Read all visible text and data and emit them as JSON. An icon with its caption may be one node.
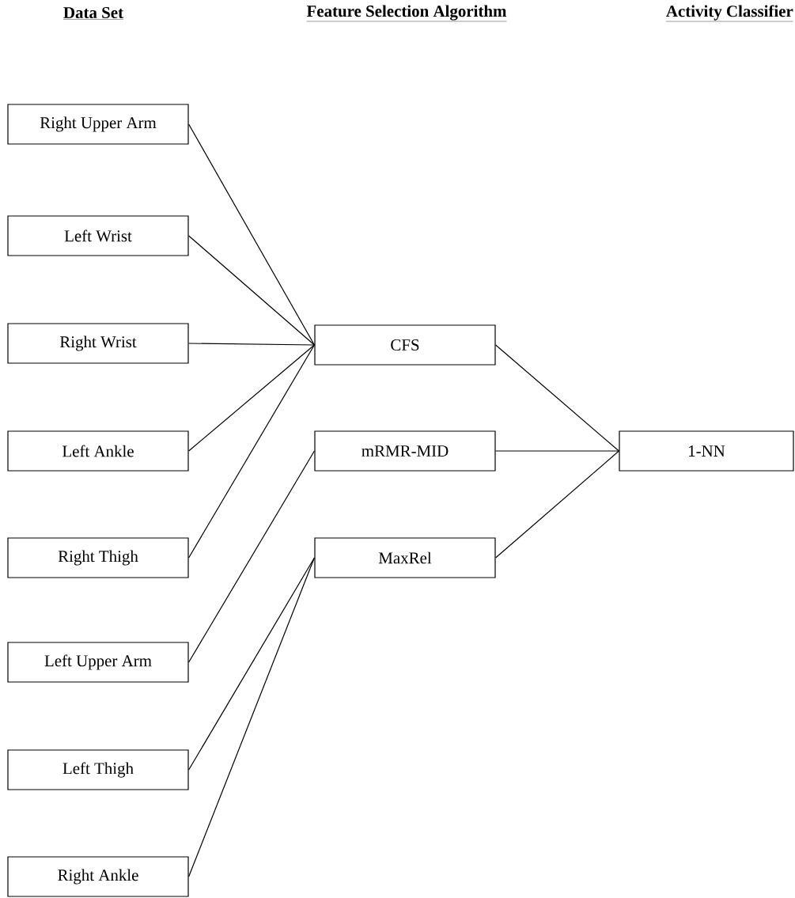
{
  "diagram": {
    "nodes": [
      {
        "text": [
          "Right Upper Arm"
        ]
      },
      {
        "text": [
          "Left Wrist"
        ]
      },
      {
        "text": [
          "Right Wrist"
        ]
      },
      {
        "text": [
          "Left Ankle"
        ]
      },
      {
        "text": [
          "Right Thigh"
        ]
      },
      {
        "text": [
          "Left Upper Arm"
        ]
      },
      {
        "text": [
          "Left Thigh"
        ]
      },
      {
        "text": [
          "Right Ankle"
        ]
      },
      {
        "text": [
          "CFS"
        ]
      },
      {
        "text": [
          "mRMR-MID"
        ]
      },
      {
        "text": [
          "MaxRel"
        ]
      },
      {
        "text": [
          "1-NN"
        ]
      }
    ],
    "edges": [
      {
        "from": 0,
        "to": 8,
        "arrow": "none"
      },
      {
        "from": 1,
        "to": 8,
        "arrow": "none"
      },
      {
        "from": 2,
        "to": 8,
        "arrow": "none"
      },
      {
        "from": 3,
        "to": 8,
        "arrow": "none"
      },
      {
        "from": 4,
        "to": 8,
        "arrow": "none"
      },
      {
        "from": 5,
        "to": 9,
        "arrow": "none"
      },
      {
        "from": 6,
        "to": 10,
        "arrow": "none"
      },
      {
        "from": 7,
        "to": 10,
        "arrow": "none"
      },
      {
        "from": 8,
        "to": 11,
        "arrow": "none"
      },
      {
        "from": 9,
        "to": 11,
        "arrow": "none"
      },
      {
        "from": 10,
        "to": 11,
        "arrow": "none"
      }
    ],
    "labels": [
      "Data Set",
      "Feature Selection Algorithm",
      "Activity Classifier"
    ]
  }
}
